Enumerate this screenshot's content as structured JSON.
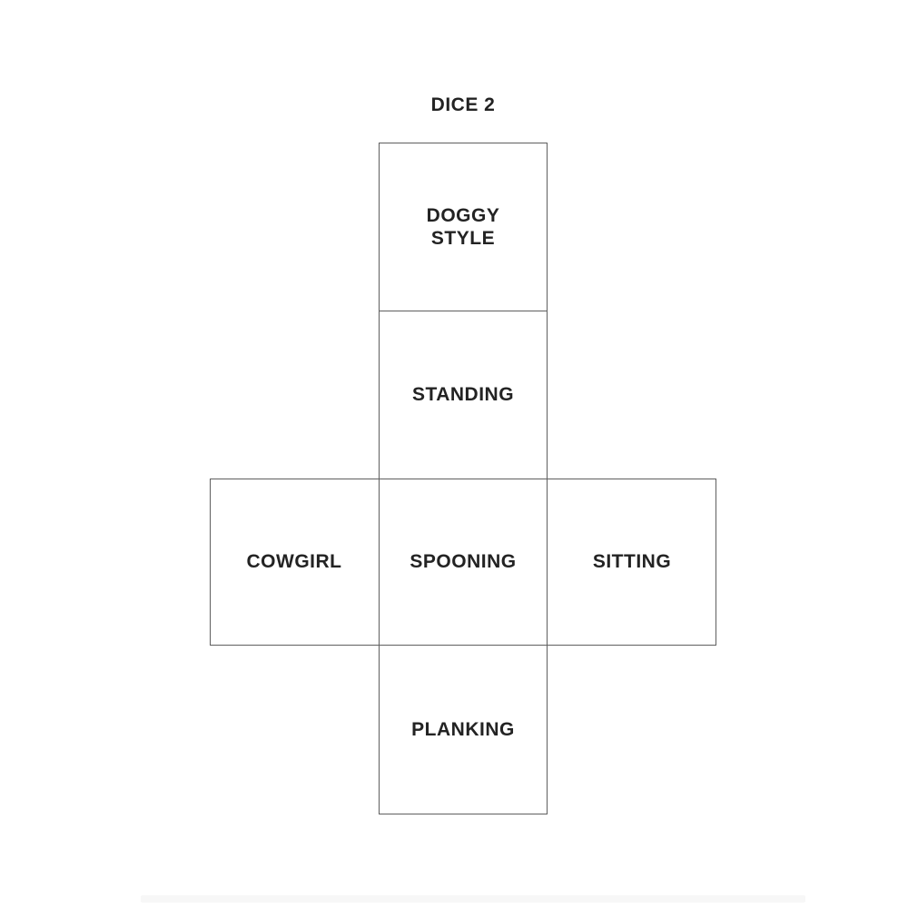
{
  "title": "DICE 2",
  "colors": {
    "background": "#ffffff",
    "line": "#5f5f5f",
    "text": "#232323",
    "footer_strip": "#f7f7f7"
  },
  "dice_net": {
    "faces": [
      {
        "position": "top",
        "label": "DOGGY STYLE"
      },
      {
        "position": "upper-middle",
        "label": "STANDING"
      },
      {
        "position": "middle-left",
        "label": "COWGIRL"
      },
      {
        "position": "middle-center",
        "label": "SPOONING"
      },
      {
        "position": "middle-right",
        "label": "SITTING"
      },
      {
        "position": "bottom",
        "label": "PLANKING"
      }
    ]
  }
}
